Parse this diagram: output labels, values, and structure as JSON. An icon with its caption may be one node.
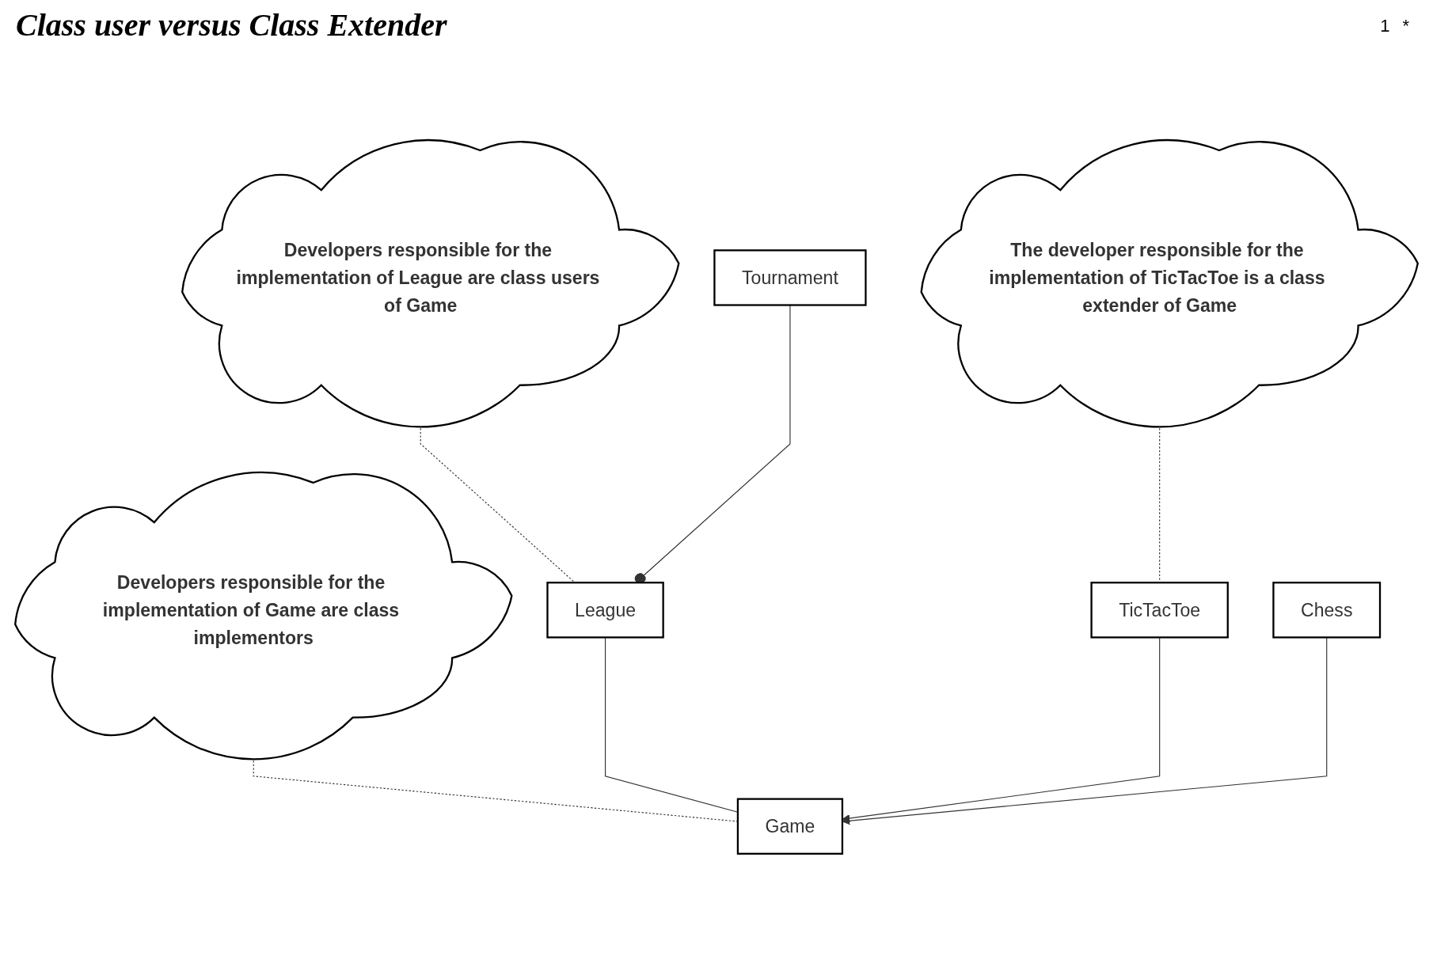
{
  "diagram": {
    "title": "Class user versus Class Extender",
    "nodes": [
      {
        "text": [
          "Developers responsible for the implementation of League are class users of Game"
        ]
      },
      {
        "text": [
          "Developers responsible for the implementation of Game are class implementors"
        ]
      },
      {
        "text": [
          "League"
        ]
      },
      {
        "text": [
          "Game"
        ]
      },
      {
        "text": [
          "Tournament"
        ]
      },
      {
        "text": [
          "TicTacToe"
        ]
      },
      {
        "text": [
          "Chess"
        ]
      },
      {
        "text": [
          "The developer responsible for the implementation of TicTacToe is a class extender of Game"
        ]
      }
    ],
    "edges": [
      {
        "from": 0,
        "to": 2,
        "arrow": "none",
        "style": "dashed"
      },
      {
        "from": 1,
        "to": 3,
        "arrow": "none",
        "style": "dashed"
      },
      {
        "from": 2,
        "to": 3,
        "arrow": "none"
      },
      {
        "from": 4,
        "to": 2,
        "arrow": "other"
      },
      {
        "from": 5,
        "to": 3,
        "arrow": "to"
      },
      {
        "from": 6,
        "to": 3,
        "arrow": "to"
      },
      {
        "from": 7,
        "to": 5,
        "arrow": "none",
        "style": "dashed"
      }
    ],
    "labels": [
      "1",
      "*"
    ]
  }
}
